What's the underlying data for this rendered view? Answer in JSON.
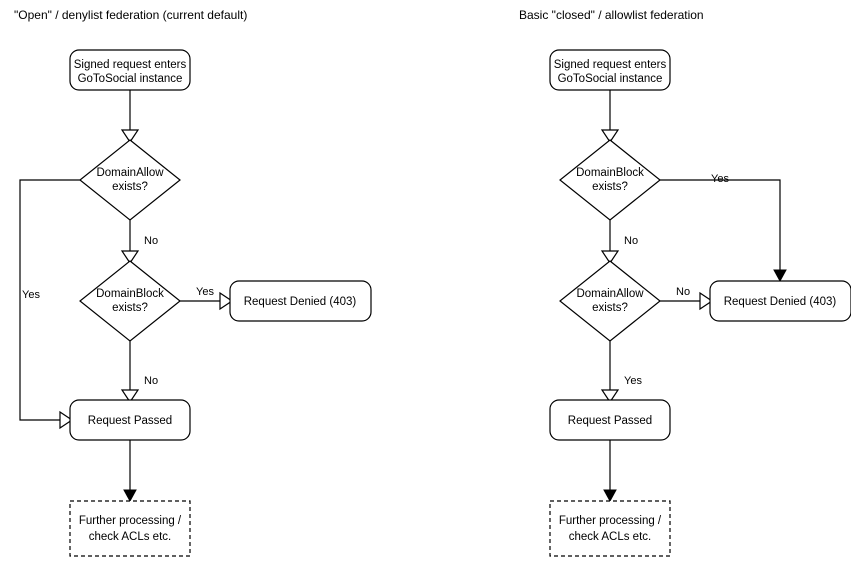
{
  "charts": [
    {
      "id": "open-denylist",
      "title": "\"Open\" / denylist federation (current default)",
      "nodes": {
        "entry_line1": "Signed request enters",
        "entry_line2": "GoToSocial instance",
        "decision1_line1": "DomainAllow",
        "decision1_line2": "exists?",
        "decision2_line1": "DomainBlock",
        "decision2_line2": "exists?",
        "denied": "Request Denied (403)",
        "passed": "Request Passed",
        "further_line1": "Further processing /",
        "further_line2": "check ACLs etc."
      },
      "edges": {
        "allow_yes": "Yes",
        "allow_no": "No",
        "block_yes": "Yes",
        "block_no": "No"
      }
    },
    {
      "id": "closed-allowlist",
      "title": "Basic \"closed\" / allowlist federation",
      "nodes": {
        "entry_line1": "Signed request enters",
        "entry_line2": "GoToSocial instance",
        "decision1_line1": "DomainBlock",
        "decision1_line2": "exists?",
        "decision2_line1": "DomainAllow",
        "decision2_line2": "exists?",
        "denied": "Request Denied (403)",
        "passed": "Request Passed",
        "further_line1": "Further processing /",
        "further_line2": "check ACLs etc."
      },
      "edges": {
        "block_yes": "Yes",
        "block_no": "No",
        "allow_no": "No",
        "allow_yes": "Yes"
      }
    }
  ],
  "colors": {
    "stroke": "#000000",
    "fill": "#ffffff",
    "text": "#000000"
  }
}
